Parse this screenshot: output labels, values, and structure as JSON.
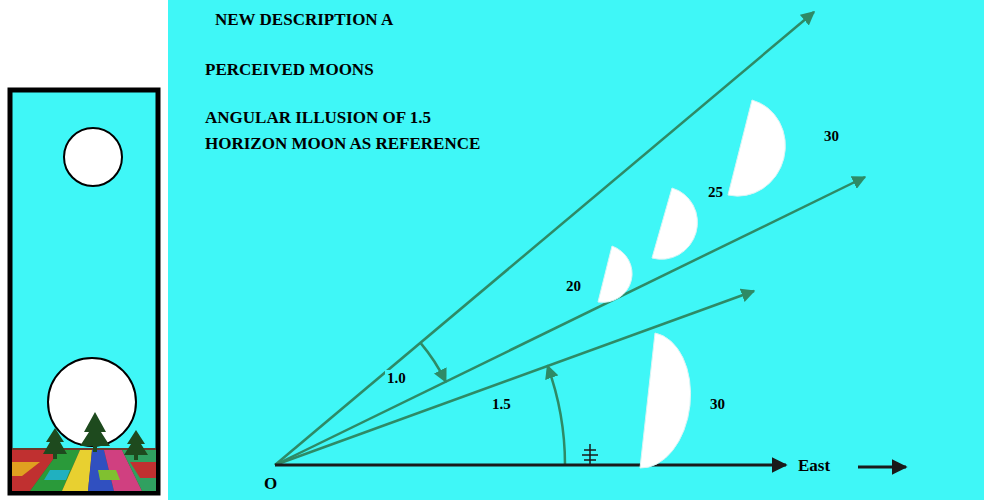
{
  "diagram": {
    "title": "NEW DESCRIPTION A",
    "labels": [
      "PERCEIVED MOONS",
      "ANGULAR ILLUSION OF 1.5",
      "HORIZON MOON AS REFERENCE",
      "30",
      "25",
      "20",
      "1.0",
      "1.5",
      "30",
      "O",
      "East"
    ]
  }
}
